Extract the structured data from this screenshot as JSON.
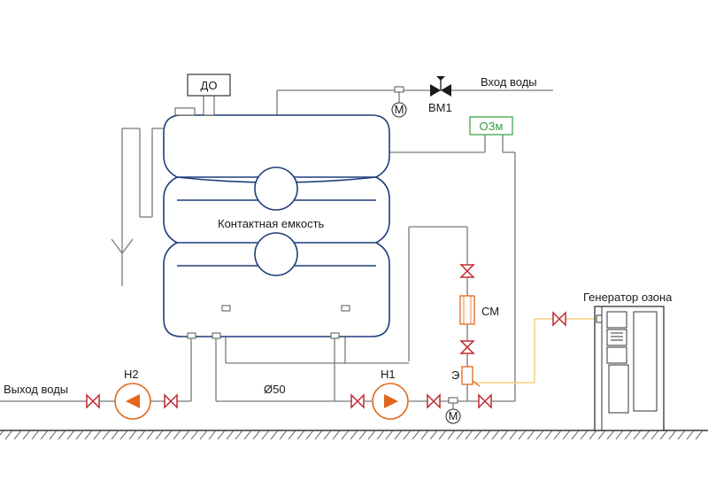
{
  "labels": {
    "do": "ДО",
    "water_in": "Вход воды",
    "vm1": "ВМ1",
    "ozm": "ОЗм",
    "tank": "Контактная емкость",
    "cm": "СМ",
    "ozone_gen": "Генератор озона",
    "n1": "Н1",
    "n2": "Н2",
    "water_out": "Выход воды",
    "d50": "Ø50",
    "e": "Э",
    "m_top": "М",
    "m_bottom": "М"
  },
  "colors": {
    "pipe": "#7a7a7a",
    "tank_outline": "#1e3d7a",
    "valve": "#c0282d",
    "pump": "#e2671b",
    "ozm_box": "#2e9e3e",
    "ozone_line": "#f2cf7a",
    "ground": "#333333"
  }
}
